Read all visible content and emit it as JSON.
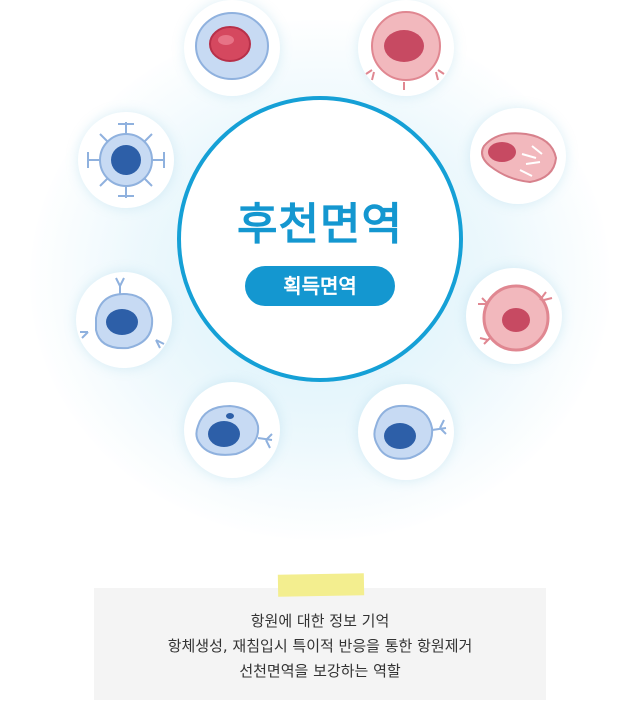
{
  "center": {
    "title": "후천면역",
    "subtitle": "획득면역"
  },
  "cells": [
    {
      "icon": "blue-cell-icon"
    },
    {
      "icon": "red-cell-icon"
    },
    {
      "icon": "red-irregular-cell-icon"
    },
    {
      "icon": "red-antibody-cell-icon"
    },
    {
      "icon": "blue-tailed-cell-icon"
    },
    {
      "icon": "blue-tailed-cell-icon"
    },
    {
      "icon": "blue-antibody-cell-icon"
    },
    {
      "icon": "blue-spiky-cell-icon"
    }
  ],
  "note": {
    "lines": [
      "항원에 대한 정보 기억",
      "항체생성, 재침입시 특이적 반응을 통한 항원제거",
      "선천면역을 보강하는 역할"
    ]
  },
  "colors": {
    "accent": "#1497d0",
    "note_bg": "#f4f4f4",
    "tape": "#f3ee8f"
  }
}
